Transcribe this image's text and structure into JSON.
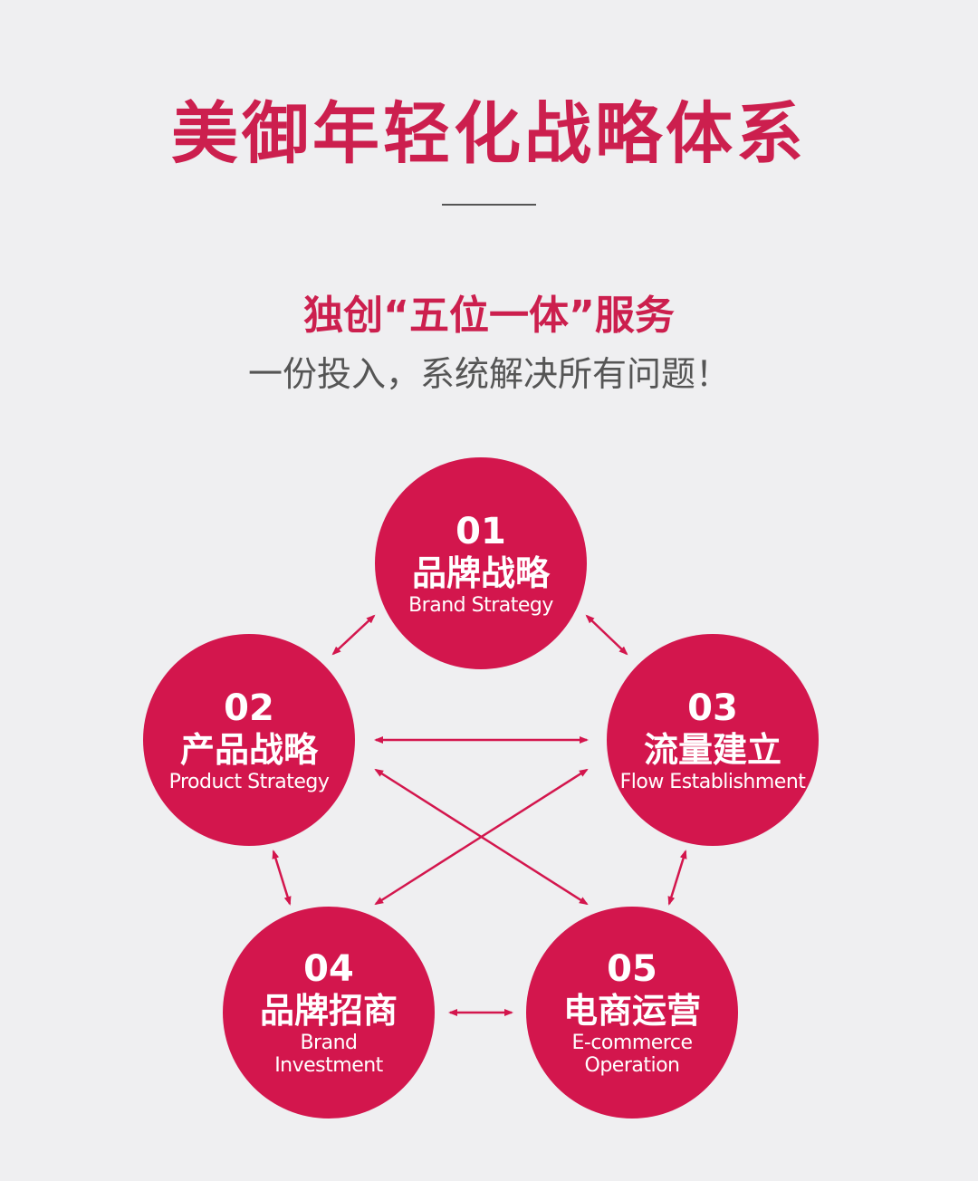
{
  "title": "美御年轻化战略体系",
  "subtitle": "独创“五位一体”服务",
  "tagline": "一份投入，系统解决所有问题！",
  "colors": {
    "accent": "#d3164d",
    "title": "#cc1f4e",
    "background": "#efeff1"
  },
  "nodes": [
    {
      "num": "01",
      "cn": "品牌战略",
      "en": "Brand Strategy"
    },
    {
      "num": "02",
      "cn": "产品战略",
      "en": "Product Strategy"
    },
    {
      "num": "03",
      "cn": "流量建立",
      "en": "Flow Establishment"
    },
    {
      "num": "04",
      "cn": "品牌招商",
      "en": "Brand\nInvestment"
    },
    {
      "num": "05",
      "cn": "电商运营",
      "en": "E-commerce\nOperation"
    }
  ]
}
